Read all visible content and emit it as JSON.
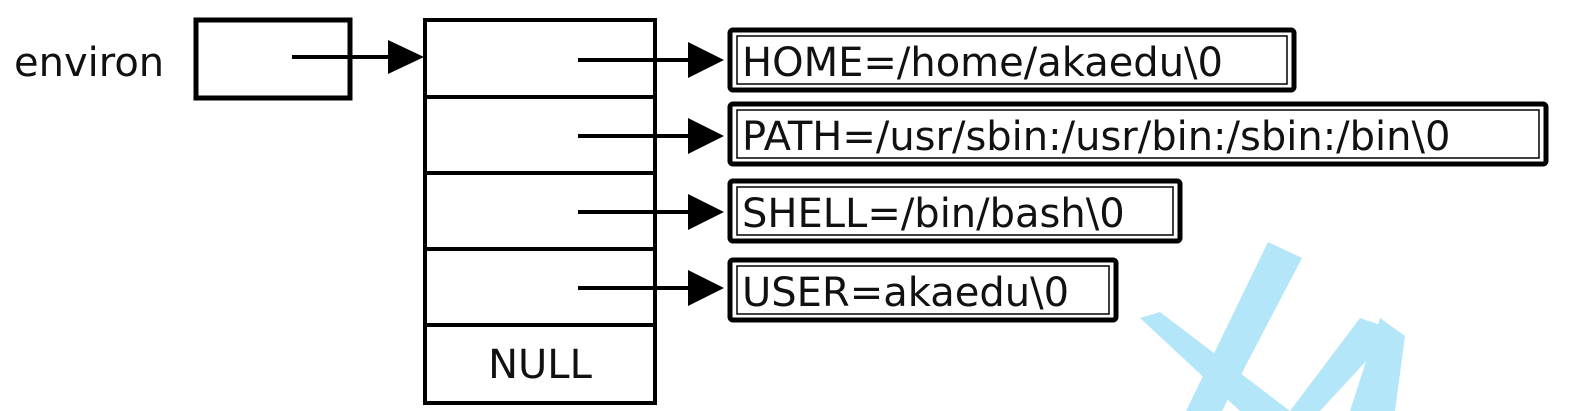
{
  "diagram": {
    "pointer_label": "environ",
    "terminator": "NULL",
    "env_strings": [
      "HOME=/home/akaedu\\0",
      "PATH=/usr/sbin:/usr/bin:/sbin:/bin\\0",
      "SHELL=/bin/bash\\0",
      "USER=akaedu\\0"
    ]
  },
  "colors": {
    "line": "#000000",
    "text": "#111111",
    "watermark": "#b3e6f8"
  },
  "watermark_icon": "watermark-glyph"
}
